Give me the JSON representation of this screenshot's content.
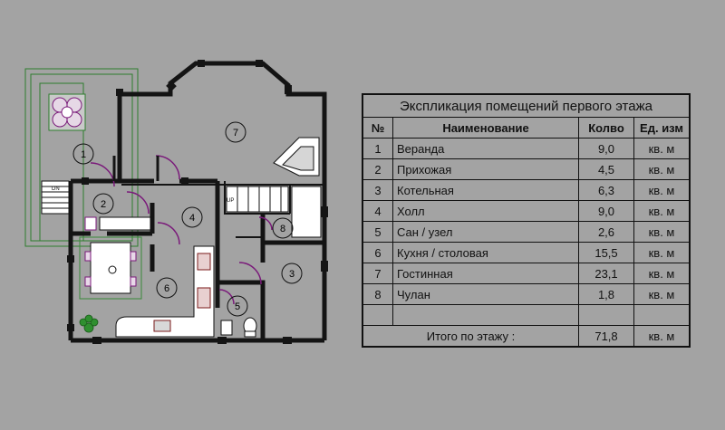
{
  "plan": {
    "stair_down_label": "DN",
    "stair_up_label": "UP",
    "room_markers": [
      "1",
      "2",
      "3",
      "4",
      "5",
      "6",
      "7",
      "8"
    ]
  },
  "table": {
    "title": "Экспликация помещений первого этажа",
    "headers": [
      "№",
      "Наименование",
      "Колво",
      "Ед. изм"
    ],
    "rows": [
      {
        "num": "1",
        "name": "Веранда",
        "area": "9,0",
        "unit": "кв. м"
      },
      {
        "num": "2",
        "name": "Прихожая",
        "area": "4,5",
        "unit": "кв. м"
      },
      {
        "num": "3",
        "name": "Котельная",
        "area": "6,3",
        "unit": "кв. м"
      },
      {
        "num": "4",
        "name": "Холл",
        "area": "9,0",
        "unit": "кв. м"
      },
      {
        "num": "5",
        "name": "Сан / узел",
        "area": "2,6",
        "unit": "кв. м"
      },
      {
        "num": "6",
        "name": "Кухня / столовая",
        "area": "15,5",
        "unit": "кв. м"
      },
      {
        "num": "7",
        "name": "Гостинная",
        "area": "23,1",
        "unit": "кв. м"
      },
      {
        "num": "8",
        "name": "Чулан",
        "area": "1,8",
        "unit": "кв. м"
      }
    ],
    "total_label": "Итого по этажу :",
    "total_area": "71,8",
    "total_unit": "кв. м"
  },
  "colors": {
    "background": "#a3a3a3",
    "wall": "#141414",
    "door_arc": "#7a1a7a",
    "veranda_outline": "#2e7d2e",
    "furniture_outline": "#3a8a3a",
    "appliance": "#7a1a1a"
  }
}
